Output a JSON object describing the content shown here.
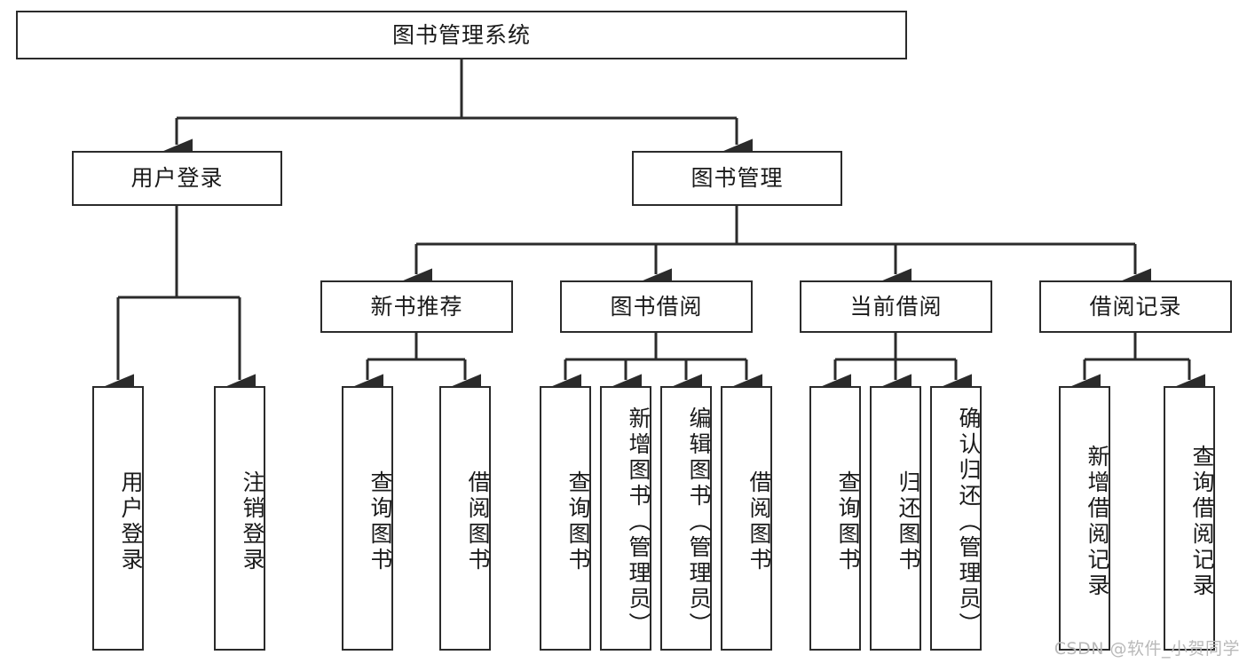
{
  "diagram": {
    "title": "图书管理系统",
    "type": "tree",
    "orientation": "top-down",
    "stroke_color": "#2b2b2b",
    "fill_color": "#ffffff",
    "text_color": "#1a1a1a"
  },
  "nodes": {
    "root": {
      "label": "图书管理系统",
      "level": 1
    },
    "user_login": {
      "label": "用户登录",
      "level": 2
    },
    "book_manage": {
      "label": "图书管理",
      "level": 2
    },
    "new_book_rec": {
      "label": "新书推荐",
      "level": 3
    },
    "book_borrow": {
      "label": "图书借阅",
      "level": 3
    },
    "current_borrow": {
      "label": "当前借阅",
      "level": 3
    },
    "borrow_record": {
      "label": "借阅记录",
      "level": 3
    },
    "leaf_user_login": {
      "label": "用户登录",
      "level": 4
    },
    "leaf_logout": {
      "label": "注销登录",
      "level": 4
    },
    "leaf_query_book_1": {
      "label": "查询图书",
      "level": 4
    },
    "leaf_borrow_book_1": {
      "label": "借阅图书",
      "level": 4
    },
    "leaf_query_book_2": {
      "label": "查询图书",
      "level": 4
    },
    "leaf_add_book": {
      "label": "新增图书（管理员）",
      "level": 4
    },
    "leaf_edit_book": {
      "label": "编辑图书（管理员）",
      "level": 4
    },
    "leaf_borrow_book_2": {
      "label": "借阅图书",
      "level": 4
    },
    "leaf_query_book_3": {
      "label": "查询图书",
      "level": 4
    },
    "leaf_return_book": {
      "label": "归还图书",
      "level": 4
    },
    "leaf_confirm_return": {
      "label": "确认归还（管理员）",
      "level": 4
    },
    "leaf_add_record": {
      "label": "新增借阅记录",
      "level": 4
    },
    "leaf_query_record": {
      "label": "查询借阅记录",
      "level": 4
    }
  },
  "watermark": {
    "text": "CSDN @软件_小贺同学"
  }
}
